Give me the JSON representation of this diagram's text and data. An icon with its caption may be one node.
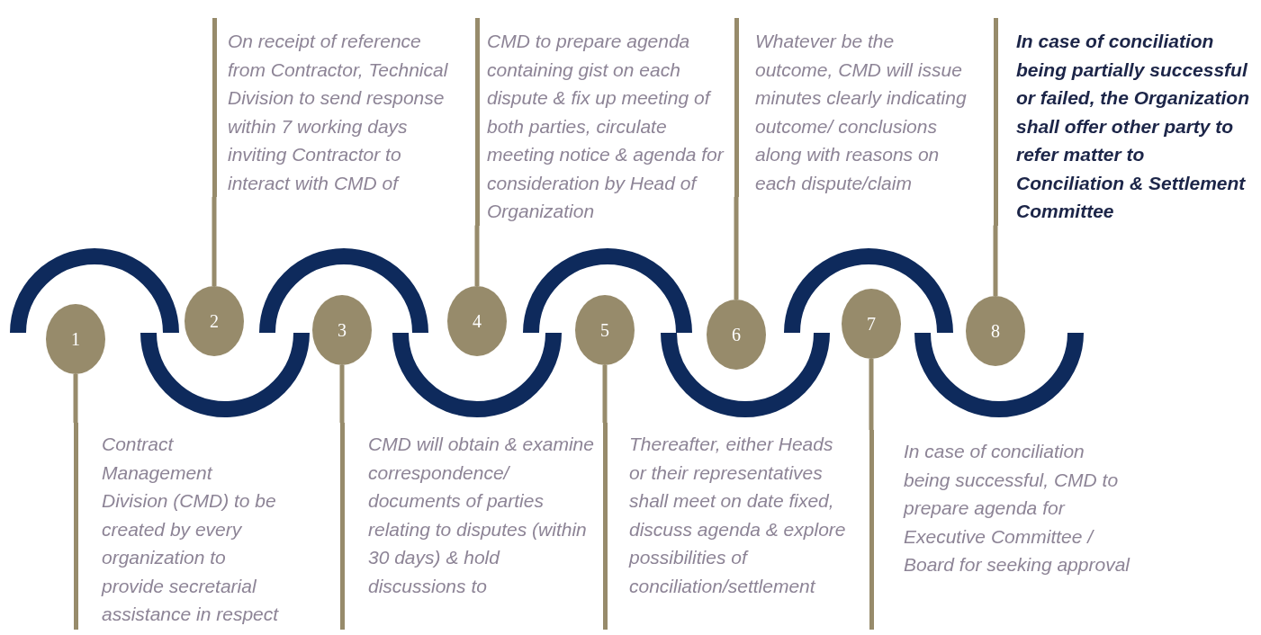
{
  "diagram": {
    "nodes": [
      {
        "text": [
          "1"
        ]
      },
      {
        "text": [
          "2"
        ]
      },
      {
        "text": [
          "3"
        ]
      },
      {
        "text": [
          "4"
        ]
      },
      {
        "text": [
          "5"
        ]
      },
      {
        "text": [
          "6"
        ]
      },
      {
        "text": [
          "7"
        ]
      },
      {
        "text": [
          "8"
        ]
      },
      {
        "text": [
          "Contract Management Division (CMD) to be created by every organization to provide secretarial assistance in respect"
        ]
      },
      {
        "text": [
          "On receipt of reference from Contractor, Technical Division to send response within 7 working days inviting Contractor to interact with CMD of"
        ]
      },
      {
        "text": [
          "CMD will obtain & examine correspondence/ documents of parties relating to disputes (within 30 days) & hold discussions to"
        ]
      },
      {
        "text": [
          "CMD to prepare agenda containing gist on each dispute & fix up meeting of both parties, circulate meeting notice & agenda for consideration by Head of Organization"
        ]
      },
      {
        "text": [
          "Thereafter, either Heads or their representatives shall meet on date fixed, discuss agenda & explore possibilities of conciliation/settlement"
        ]
      },
      {
        "text": [
          "Whatever be the outcome, CMD will issue minutes clearly indicating outcome/ conclusions along with reasons on each dispute/claim"
        ]
      },
      {
        "text": [
          "In case of conciliation being successful, CMD to prepare agenda for Executive Committee / Board for seeking approval"
        ]
      },
      {
        "text": [
          "In case of conciliation being partially successful or failed, the Organization shall offer other party to refer matter to Conciliation & Settlement Committee"
        ]
      }
    ],
    "edges": [
      {
        "from": 0,
        "to": 8,
        "arrow": "none"
      },
      {
        "from": 1,
        "to": 9,
        "arrow": "none"
      },
      {
        "from": 2,
        "to": 10,
        "arrow": "none"
      },
      {
        "from": 3,
        "to": 11,
        "arrow": "none"
      },
      {
        "from": 4,
        "to": 12,
        "arrow": "none"
      },
      {
        "from": 5,
        "to": 13,
        "arrow": "none"
      },
      {
        "from": 6,
        "to": 14,
        "arrow": "none"
      },
      {
        "from": 7,
        "to": 15,
        "arrow": "none"
      }
    ]
  }
}
